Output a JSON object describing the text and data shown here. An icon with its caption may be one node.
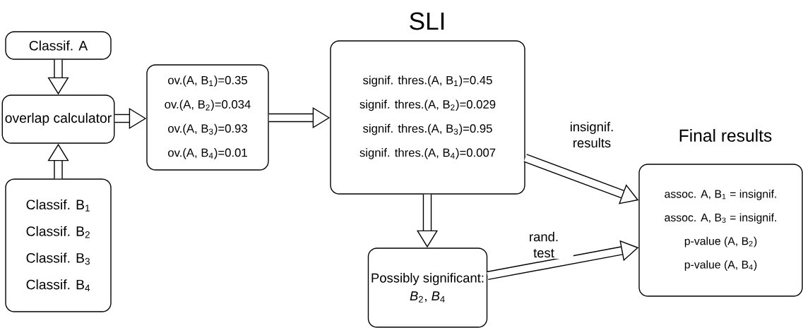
{
  "diagram": {
    "nodes": [
      {
        "text": [
          "Classif. A"
        ]
      },
      {
        "text": [
          "overlap calculator"
        ]
      },
      {
        "text": [
          "Classif. B$_{1}$",
          "Classif. B$_{2}$",
          "Classif. B$_{3}$",
          "Classif. B$_{4}$"
        ]
      },
      {
        "text": [
          "ov.(A, B$_{1}$)=0.35",
          "ov.(A, B$_{2}$)=0.034",
          "ov.(A, B$_{3}$)=0.93",
          "ov.(A, B$_{4}$)=0.01"
        ]
      },
      {
        "text": [
          "SLI",
          "signif. thres.(A, B$_{1}$)=0.45",
          "signif. thres.(A, B$_{2}$)=0.029",
          "signif. thres.(A, B$_{3}$)=0.95",
          "signif. thres.(A, B$_{4}$)=0.007"
        ]
      },
      {
        "text": [
          "Possibly significant:",
          "*B*$_{2}$, *B*$_{4}$"
        ]
      },
      {
        "text": [
          "Final results",
          "assoc. A, B$_{1}$ = insignif.",
          "assoc. A, B$_{3}$ = insignif.",
          "p-value (A, B$_{2}$)",
          "p-value (A, B$_{4}$)"
        ]
      }
    ],
    "edges": [
      {
        "from": 0,
        "to": 1,
        "arrow": "to"
      },
      {
        "from": 2,
        "to": 1,
        "arrow": "to"
      },
      {
        "from": 1,
        "to": 3,
        "arrow": "to"
      },
      {
        "from": 3,
        "to": 4,
        "arrow": "to"
      },
      {
        "from": 4,
        "to": 6,
        "arrow": "to",
        "label": "insignif. results"
      },
      {
        "from": 4,
        "to": 5,
        "arrow": "to"
      },
      {
        "from": 5,
        "to": 6,
        "arrow": "to",
        "label": "rand. test"
      }
    ]
  }
}
